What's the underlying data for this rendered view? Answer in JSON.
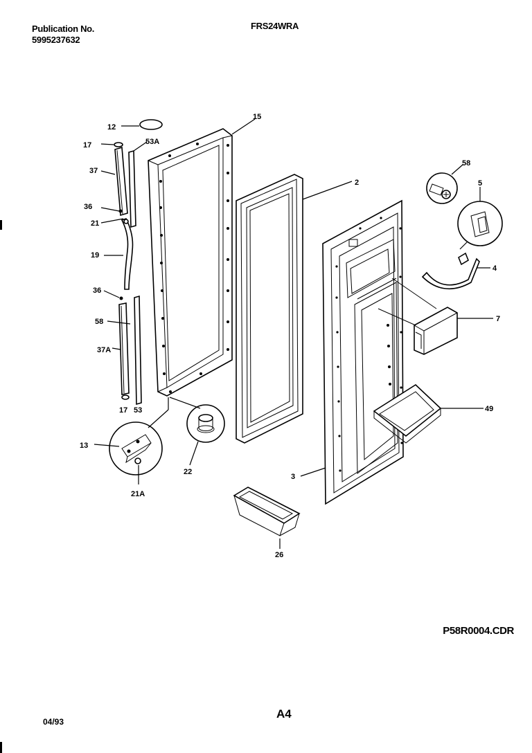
{
  "header": {
    "publication_label": "Publication No.",
    "publication_number": "5995237632",
    "model": "FRS24WRA"
  },
  "footer": {
    "drawing_file": "P58R0004.CDR",
    "page_code": "A4",
    "date": "04/93"
  },
  "callouts": {
    "c12": "12",
    "c15": "15",
    "c17a": "17",
    "c53A": "53A",
    "c37": "37",
    "c36a": "36",
    "c21": "21",
    "c19": "19",
    "c36b": "36",
    "c58a": "58",
    "c37A": "37A",
    "c17b": "17",
    "c53": "53",
    "c13": "13",
    "c21A": "21A",
    "c22": "22",
    "c2": "2",
    "c58b": "58",
    "c5": "5",
    "c4": "4",
    "c7": "7",
    "c49": "49",
    "c3": "3",
    "c26": "26"
  }
}
